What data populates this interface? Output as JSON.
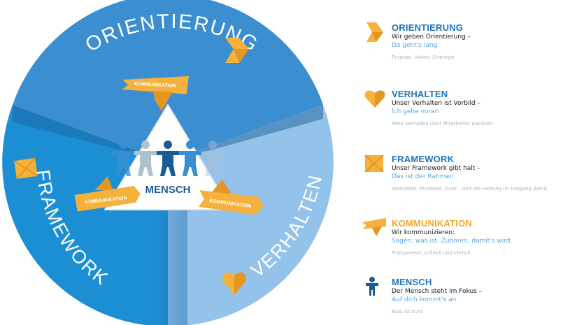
{
  "diagram": {
    "segments": {
      "orientierung": "ORIENTIERUNG",
      "verhalten": "VERHALTEN",
      "framework": "FRAMEWORK"
    },
    "center": "MENSCH",
    "kommunikation_tags": [
      "KOMMUNIKATION",
      "KOMMUNIKATION",
      "KOMMUNIKATION"
    ],
    "colors": {
      "orientierung": "#3b8fd1",
      "framework": "#1c8fd4",
      "verhalten": "#93c2ea",
      "accent": "#f0a72d",
      "person_dark": "#1a5d96",
      "person_mid": "#3a8fd3",
      "person_light": "#b0c1ce"
    }
  },
  "legend": [
    {
      "icon": "chevron-icon",
      "title": "ORIENTIERUNG",
      "line1": "Wir geben Orientierung  –",
      "line2": "Da geht's lang",
      "line3": "Purpose, Vision, Strategie"
    },
    {
      "icon": "heart-icon",
      "title": "VERHALTEN",
      "line1": "Unser Verhalten ist Vorbild –",
      "line2": "Ich gehe voran",
      "line3": "Mein Verhalten lässt Mitarbeiter wachsen"
    },
    {
      "icon": "envelope-icon",
      "title": "FRAMEWORK",
      "line1": "Unser Framework gibt halt –",
      "line2": "Das ist der Rahmen",
      "line3": "Standards, Prozesse, Tools – und die Haltung im Umgang damit"
    },
    {
      "icon": "banner-icon",
      "title": "KOMMUNIKATION",
      "line1": "Wir kommunizieren:",
      "line2": "Sagen, was ist. Zuhören, damit's wird.",
      "line3": "Transparent, schnell und ehrlich"
    },
    {
      "icon": "person-icon",
      "title": "MENSCH",
      "line1": "Der Mensch steht im Fokus –",
      "line2": "Auf dich kommt's an",
      "line3": "Blau ist bunt"
    }
  ]
}
